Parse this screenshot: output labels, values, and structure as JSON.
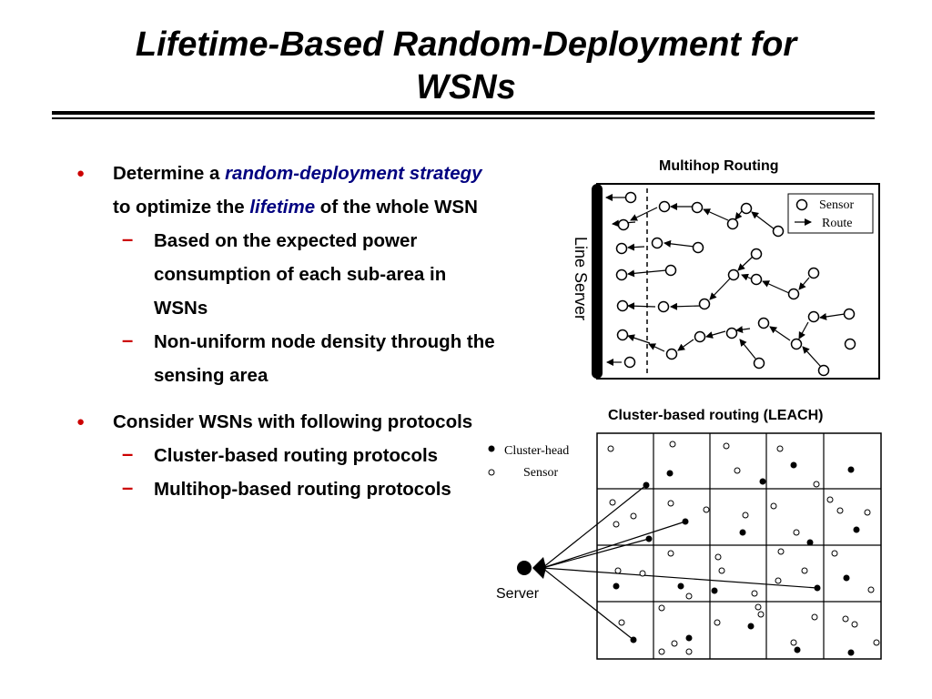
{
  "slide": {
    "title_line1": "Lifetime-Based Random-Deployment for",
    "title_line2": "WSNs"
  },
  "bullets": {
    "b1": {
      "pre": "Determine a ",
      "hl1": "random-deployment strategy",
      "mid": " to optimize the ",
      "hl2": "lifetime",
      "post": " of the whole WSN"
    },
    "b1_sub1": "Based on the expected power consumption of each sub-area in WSNs",
    "b1_sub2": "Non-uniform node density through the sensing area",
    "b2": "Consider WSNs with following protocols",
    "b2_sub1": "Cluster-based routing protocols",
    "b2_sub2": "Multihop-based routing protocols"
  },
  "multihop": {
    "caption": "Multihop Routing",
    "line_server_label": "Line Server",
    "legend_sensor": "Sensor",
    "legend_route": "Route"
  },
  "leach": {
    "caption": "Cluster-based routing (LEACH)",
    "legend_cluster_head": "Cluster-head",
    "legend_sensor": "Sensor",
    "server_label": "Server"
  }
}
